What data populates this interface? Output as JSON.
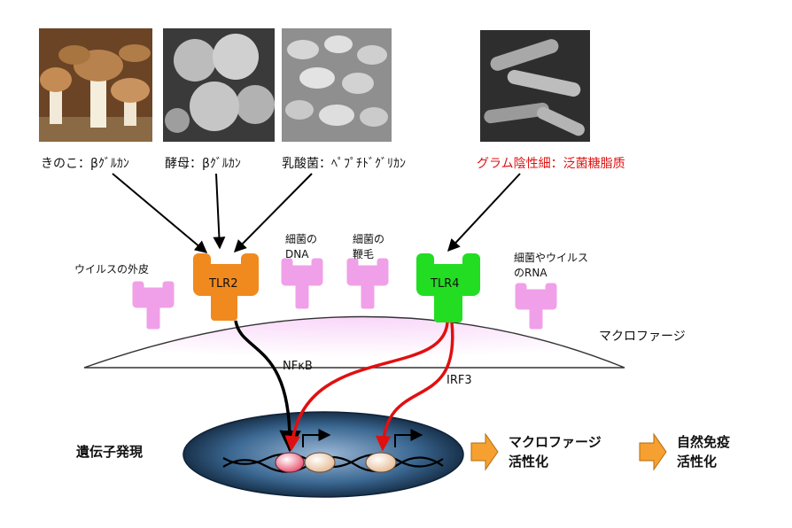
{
  "sources": [
    {
      "label": "きのこ：βｸﾞﾙｶﾝ",
      "photo": "mushroom-photo"
    },
    {
      "label": "酵母：βｸﾞﾙｶﾝ",
      "photo": "yeast-micrograph"
    },
    {
      "label": "乳酸菌：ﾍﾟﾌﾟﾁﾄﾞｸﾞﾘｶﾝ",
      "photo": "lactic-acid-bacteria-micrograph"
    },
    {
      "label": "グラム陰性細：泛菌糖脂质",
      "photo": "gram-negative-bacteria-micrograph"
    }
  ],
  "receptors": {
    "virus_coat": "ウイルスの外皮",
    "tlr2": "TLR2",
    "bacterial_dna": "細菌の\nDNA",
    "flagellum": "細菌の\n鞭毛",
    "tlr4": "TLR4",
    "rna": "細菌やウイルス\nのRNA"
  },
  "cell_label": "マクロファージ",
  "pathways": {
    "nfkb": "NFκB",
    "irf3": "IRF3"
  },
  "gene_expression": "遺伝子発現",
  "outcomes": [
    "マクロファージ\n活性化",
    "自然免疫\n活性化"
  ],
  "colors": {
    "tlr2": "#f08a1e",
    "tlr4": "#22dd22",
    "other_receptor": "#f0a0e8",
    "membrane": "#f7d2f7",
    "nucleus": "#3a6590",
    "signal_red": "#e01010",
    "highlight_text": "#e01010",
    "outcome_arrow": "#f5a030"
  }
}
